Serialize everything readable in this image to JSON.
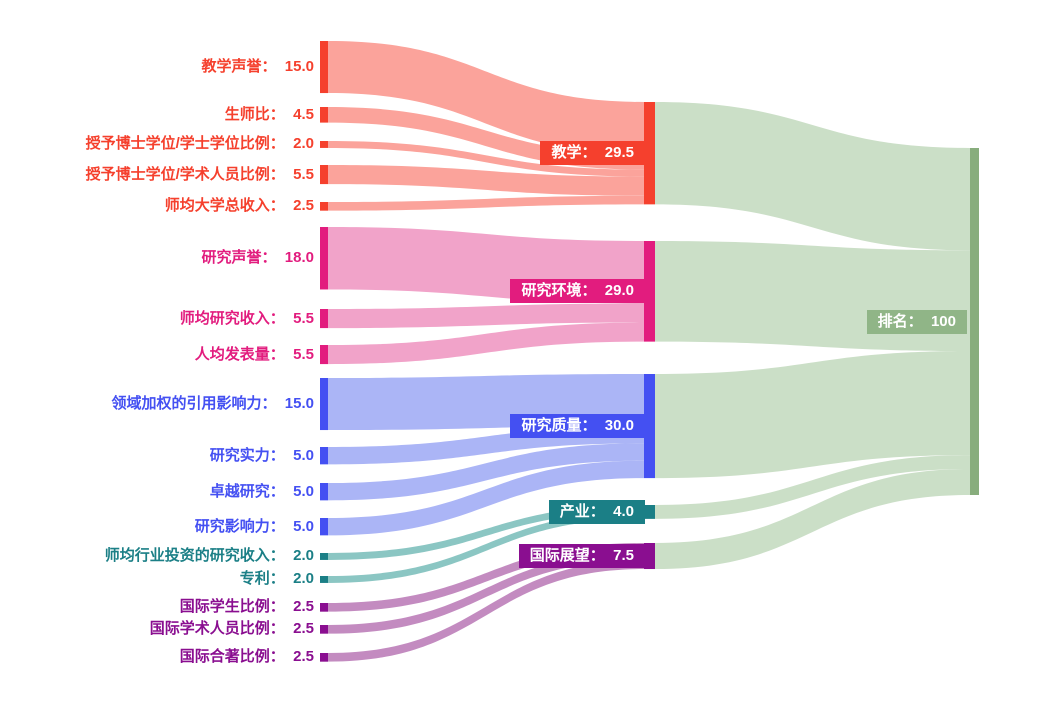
{
  "page": {
    "background_color": "#ffffff"
  },
  "chart_data": {
    "type": "sankey",
    "orientation": "horizontal",
    "title": "",
    "label_separator": "：  ",
    "columns": 3,
    "groups": {
      "teaching": {
        "node": "#f5402d",
        "flow": "#fba39b",
        "label_box": "#f5402d"
      },
      "research_env": {
        "node": "#e21c7e",
        "flow": "#f1a3c9",
        "label_box": "#e21c7e"
      },
      "research_quality": {
        "node": "#4450f2",
        "flow": "#abb5f6",
        "label_box": "#4450f2"
      },
      "industry": {
        "node": "#1b7f86",
        "flow": "#8bc6c3",
        "label_box": "#1b7f86"
      },
      "intl_outlook": {
        "node": "#8a0e90",
        "flow": "#c38bc0",
        "label_box": "#8a0e90"
      },
      "rank": {
        "node": "#88ad7d",
        "flow": "#cbdfc7",
        "label_box": "#90b587"
      }
    },
    "nodes": [
      {
        "id": "teaching_rep",
        "label": "教学声誉",
        "value": "15.0",
        "group": "teaching",
        "col": 0
      },
      {
        "id": "staff_ratio",
        "label": "生师比",
        "value": "4.5",
        "group": "teaching",
        "col": 0
      },
      {
        "id": "doct_bach_ratio",
        "label": "授予博士学位/学士学位比例",
        "value": "2.0",
        "group": "teaching",
        "col": 0
      },
      {
        "id": "doct_staff_ratio",
        "label": "授予博士学位/学术人员比例",
        "value": "5.5",
        "group": "teaching",
        "col": 0
      },
      {
        "id": "inst_income",
        "label": "师均大学总收入",
        "value": "2.5",
        "group": "teaching",
        "col": 0
      },
      {
        "id": "research_rep",
        "label": "研究声誉",
        "value": "18.0",
        "group": "research_env",
        "col": 0
      },
      {
        "id": "research_income",
        "label": "师均研究收入",
        "value": "5.5",
        "group": "research_env",
        "col": 0
      },
      {
        "id": "pubs_per_capita",
        "label": "人均发表量",
        "value": "5.5",
        "group": "research_env",
        "col": 0
      },
      {
        "id": "field_citation",
        "label": "领域加权的引用影响力",
        "value": "15.0",
        "group": "research_quality",
        "col": 0
      },
      {
        "id": "research_strength",
        "label": "研究实力",
        "value": "5.0",
        "group": "research_quality",
        "col": 0
      },
      {
        "id": "research_excellence",
        "label": "卓越研究",
        "value": "5.0",
        "group": "research_quality",
        "col": 0
      },
      {
        "id": "research_influence",
        "label": "研究影响力",
        "value": "5.0",
        "group": "research_quality",
        "col": 0
      },
      {
        "id": "industry_income",
        "label": "师均行业投资的研究收入",
        "value": "2.0",
        "group": "industry",
        "col": 0
      },
      {
        "id": "patents",
        "label": "专利",
        "value": "2.0",
        "group": "industry",
        "col": 0
      },
      {
        "id": "intl_students",
        "label": "国际学生比例",
        "value": "2.5",
        "group": "intl_outlook",
        "col": 0
      },
      {
        "id": "intl_staff",
        "label": "国际学术人员比例",
        "value": "2.5",
        "group": "intl_outlook",
        "col": 0
      },
      {
        "id": "intl_coauth",
        "label": "国际合著比例",
        "value": "2.5",
        "group": "intl_outlook",
        "col": 0
      },
      {
        "id": "teaching",
        "label": "教学",
        "value": "29.5",
        "group": "teaching",
        "col": 1
      },
      {
        "id": "research_env",
        "label": "研究环境",
        "value": "29.0",
        "group": "research_env",
        "col": 1
      },
      {
        "id": "research_quality",
        "label": "研究质量",
        "value": "30.0",
        "group": "research_quality",
        "col": 1
      },
      {
        "id": "industry",
        "label": "产业",
        "value": "4.0",
        "group": "industry",
        "col": 1
      },
      {
        "id": "intl_outlook",
        "label": "国际展望",
        "value": "7.5",
        "group": "intl_outlook",
        "col": 1
      },
      {
        "id": "rank",
        "label": "排名",
        "value": "100",
        "group": "rank",
        "col": 2
      }
    ],
    "links": [
      {
        "source": "teaching_rep",
        "target": "teaching",
        "value": 15.0
      },
      {
        "source": "staff_ratio",
        "target": "teaching",
        "value": 4.5
      },
      {
        "source": "doct_bach_ratio",
        "target": "teaching",
        "value": 2.0
      },
      {
        "source": "doct_staff_ratio",
        "target": "teaching",
        "value": 5.5
      },
      {
        "source": "inst_income",
        "target": "teaching",
        "value": 2.5
      },
      {
        "source": "research_rep",
        "target": "research_env",
        "value": 18.0
      },
      {
        "source": "research_income",
        "target": "research_env",
        "value": 5.5
      },
      {
        "source": "pubs_per_capita",
        "target": "research_env",
        "value": 5.5
      },
      {
        "source": "field_citation",
        "target": "research_quality",
        "value": 15.0
      },
      {
        "source": "research_strength",
        "target": "research_quality",
        "value": 5.0
      },
      {
        "source": "research_excellence",
        "target": "research_quality",
        "value": 5.0
      },
      {
        "source": "research_influence",
        "target": "research_quality",
        "value": 5.0
      },
      {
        "source": "industry_income",
        "target": "industry",
        "value": 2.0
      },
      {
        "source": "patents",
        "target": "industry",
        "value": 2.0
      },
      {
        "source": "intl_students",
        "target": "intl_outlook",
        "value": 2.5
      },
      {
        "source": "intl_staff",
        "target": "intl_outlook",
        "value": 2.5
      },
      {
        "source": "intl_coauth",
        "target": "intl_outlook",
        "value": 2.5
      },
      {
        "source": "teaching",
        "target": "rank",
        "value": 29.5
      },
      {
        "source": "research_env",
        "target": "rank",
        "value": 29.0
      },
      {
        "source": "research_quality",
        "target": "rank",
        "value": 30.0
      },
      {
        "source": "industry",
        "target": "rank",
        "value": 4.0
      },
      {
        "source": "intl_outlook",
        "target": "rank",
        "value": 7.5
      }
    ]
  }
}
